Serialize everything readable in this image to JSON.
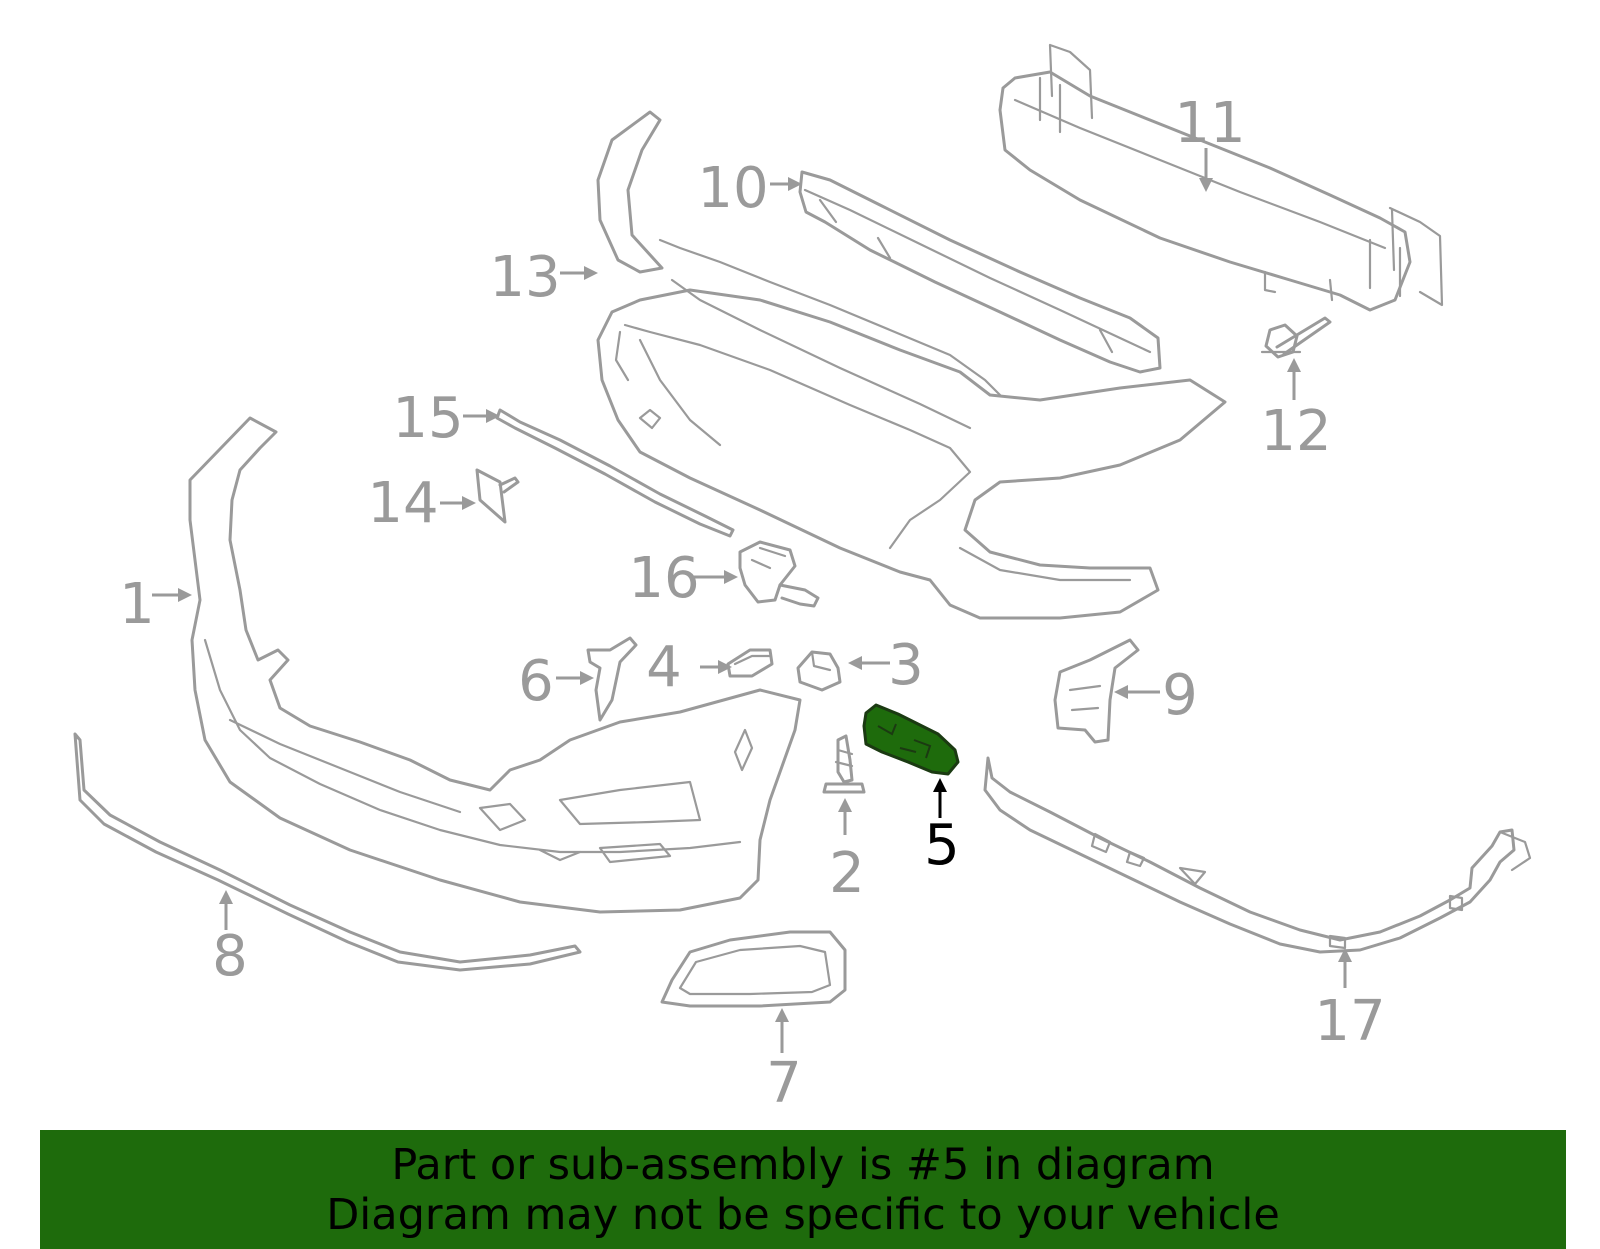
{
  "callouts": {
    "c1": "1",
    "c2": "2",
    "c3": "3",
    "c4": "4",
    "c5": "5",
    "c6": "6",
    "c7": "7",
    "c8": "8",
    "c9": "9",
    "c10": "10",
    "c11": "11",
    "c12": "12",
    "c13": "13",
    "c14": "14",
    "c15": "15",
    "c16": "16",
    "c17": "17"
  },
  "highlighted_callout": "5",
  "banner": {
    "line1": "Part or sub-assembly is #5 in diagram",
    "line2": "Diagram may not be specific to your vehicle"
  },
  "colors": {
    "part_outline": "#9a9a9a",
    "highlight_fill": "#1e6b0c",
    "banner_background": "#1e6b0c",
    "banner_text": "#000000"
  }
}
